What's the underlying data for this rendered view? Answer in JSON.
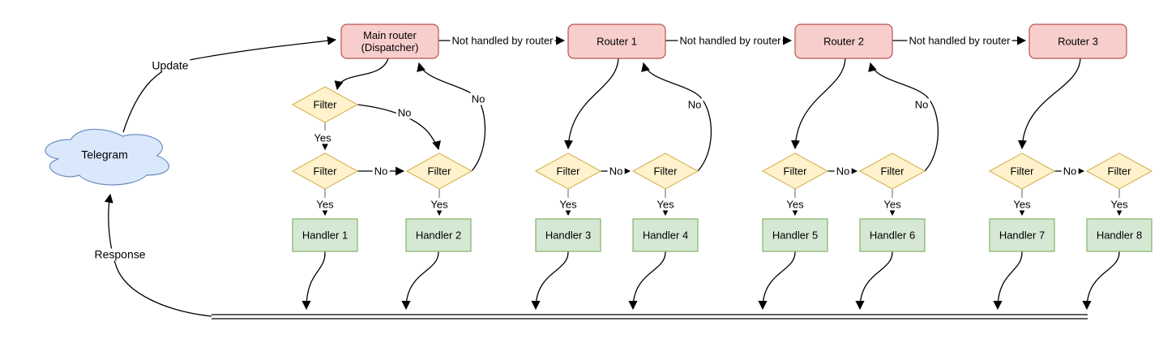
{
  "colors": {
    "router_fill": "#f8cecc",
    "router_stroke": "#b85450",
    "filter_fill": "#fff2cc",
    "filter_stroke": "#d6b656",
    "handler_fill": "#d5e8d4",
    "handler_stroke": "#82b366",
    "cloud_fill": "#dae8fc",
    "cloud_stroke": "#6c8ebf",
    "edge": "#000000"
  },
  "cloud": {
    "label": "Telegram"
  },
  "routers": [
    {
      "label": "Main router\n(Dispatcher)"
    },
    {
      "label": "Router 1"
    },
    {
      "label": "Router 2"
    },
    {
      "label": "Router 3"
    }
  ],
  "filter_label": "Filter",
  "handlers": [
    {
      "label": "Handler 1"
    },
    {
      "label": "Handler 2"
    },
    {
      "label": "Handler 3"
    },
    {
      "label": "Handler 4"
    },
    {
      "label": "Handler 5"
    },
    {
      "label": "Handler 6"
    },
    {
      "label": "Handler 7"
    },
    {
      "label": "Handler 8"
    }
  ],
  "edge_labels": {
    "update": "Update",
    "response": "Response",
    "not_handled": "Not handled by router",
    "yes": "Yes",
    "no": "No"
  }
}
